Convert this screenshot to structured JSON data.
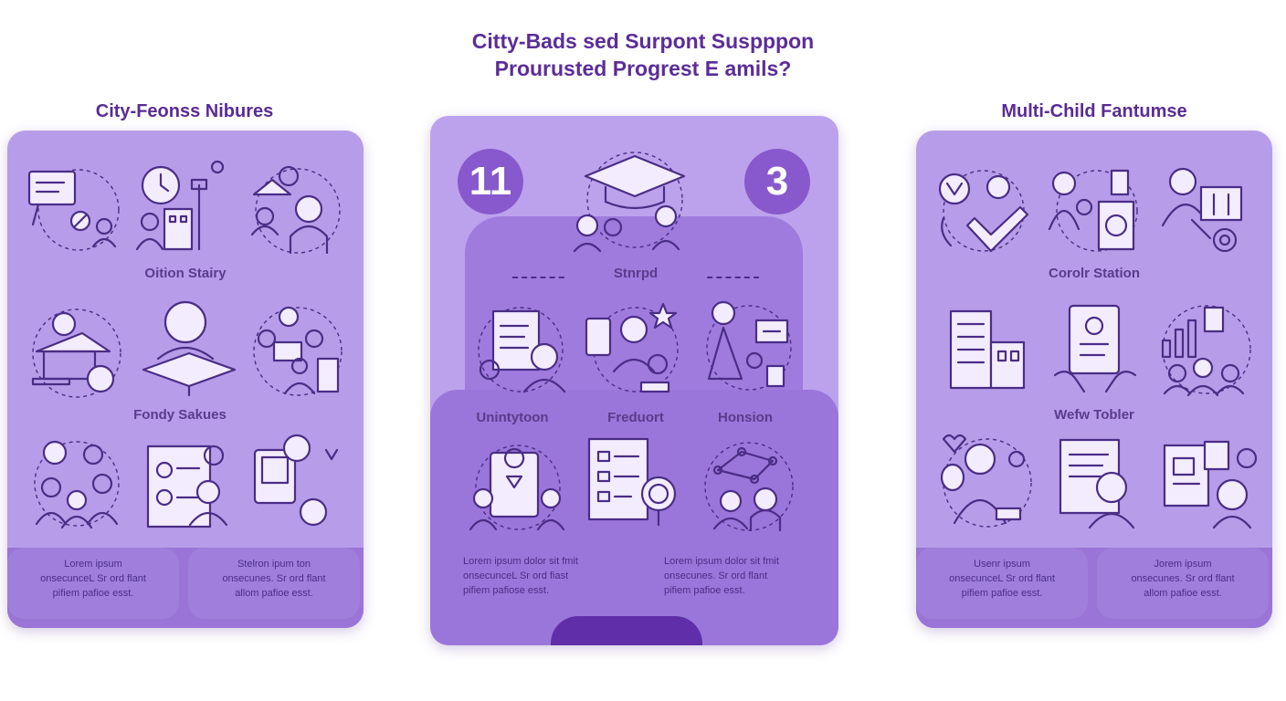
{
  "header": {
    "title_line1": "Citty-Bads sed Surpont Suspppon",
    "title_line2": "Prourusted Progrest E amils?"
  },
  "left": {
    "title": "City-Feonss Nibures",
    "label1": "Oition Stairy",
    "label2": "Fondy Sakues",
    "foot1": [
      "Lorem ipsum",
      "onsecunceL Sr ord flant",
      "pifiem pafioe esst."
    ],
    "foot2": [
      "Stelron ipum ton",
      "onsecunes. Sr ord flant",
      "allom pafioe esst."
    ]
  },
  "center": {
    "num_left": "11",
    "num_right": "3",
    "ribbon": "Stnrpd",
    "label_a": "Unintytoon",
    "label_b": "Freduort",
    "label_c": "Honsion",
    "foot1": [
      "Lorem ipsum dolor sit fmit",
      "onsecunceL Sr ord fiast",
      "pifiem pafiose esst."
    ],
    "foot2": [
      "Lorem ipsum dolor sit fmit",
      "onsecunes. Sr ord flant",
      "pifiem pafioe esst."
    ]
  },
  "right": {
    "title": "Multi-Child Fantumse",
    "label1": "Corolr Station",
    "label2": "Wefw Tobler",
    "foot1": [
      "Usenr ipsum",
      "onsecunceL Sr ord flant",
      "pifiem pafioe esst."
    ],
    "foot2": [
      "Jorem ipsum",
      "onsecunes. Sr ord flant",
      "allom pafioe esst."
    ]
  },
  "colors": {
    "panel": "#b79de9",
    "panel_dark": "#9a74d6",
    "accent": "#5b2d98",
    "badge": "#8759cc"
  }
}
